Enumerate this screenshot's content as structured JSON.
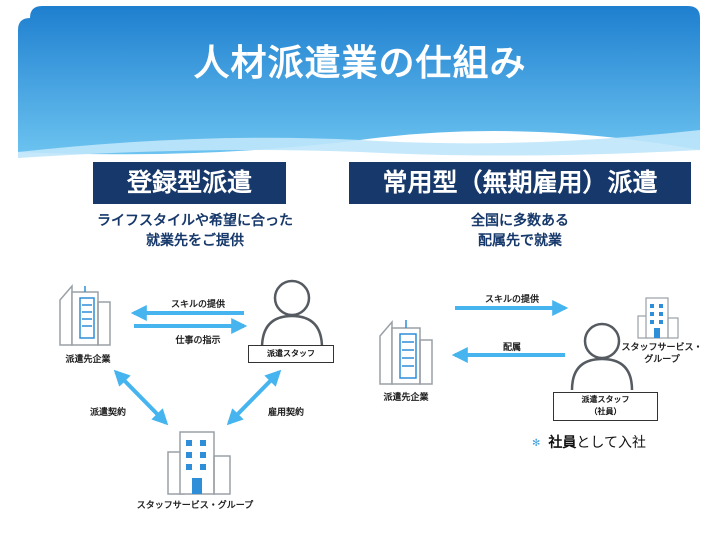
{
  "title": "人材派遣業の仕組み",
  "left": {
    "heading": "登録型派遣",
    "subtitle_line1": "ライフスタイルや希望に合った",
    "subtitle_line2": "就業先をご提供",
    "client_label": "派遣先企業",
    "staff_label": "派遣スタッフ",
    "agency_label": "スタッフサービス・グループ",
    "arrow_skill": "スキルの提供",
    "arrow_instruction": "仕事の指示",
    "arrow_dispatch_contract": "派遣契約",
    "arrow_employment_contract": "雇用契約"
  },
  "right": {
    "heading": "常用型（無期雇用）派遣",
    "subtitle_line1": "全国に多数ある",
    "subtitle_line2": "配属先で就業",
    "client_label": "派遣先企業",
    "agency_label_line1": "スタッフサービス・",
    "agency_label_line2": "グループ",
    "staff_label_line1": "派遣スタッフ",
    "staff_label_line2": "（社員）",
    "arrow_skill": "スキルの提供",
    "arrow_assign": "配属",
    "note_strong": "社員",
    "note_rest": "として入社"
  },
  "colors": {
    "header_blue": "#2b8fd6",
    "header_light": "#8fd0f5",
    "section_navy": "#16386a",
    "arrow_blue": "#45b4ef",
    "icon_gray": "#9aa0a6",
    "icon_blue": "#2e8fd8"
  }
}
